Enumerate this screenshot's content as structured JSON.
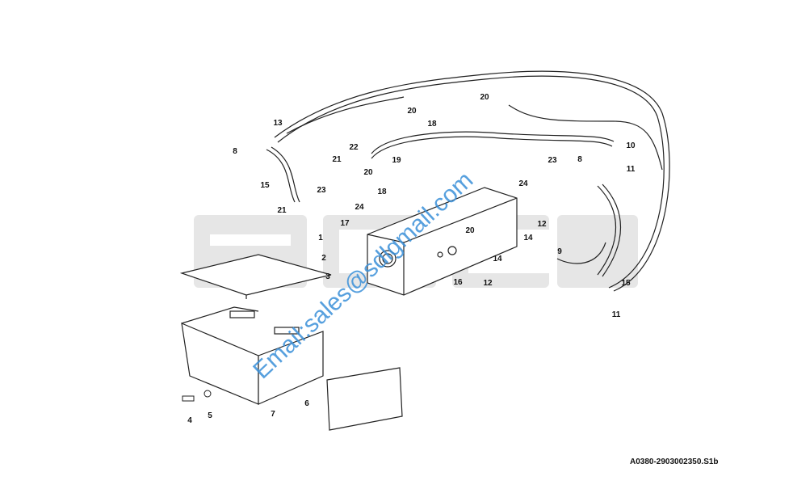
{
  "drawing_code": "A0380-2903002350.S1b",
  "watermark": {
    "logo_text": "SDLG",
    "email_text": "Email:sales@sdlgmail.com",
    "logo_color": "#e6e6e6",
    "email_color": "#3a8fd8"
  },
  "callouts": [
    "13",
    "8",
    "15",
    "21",
    "23",
    "22",
    "21",
    "20",
    "19",
    "18",
    "20",
    "20",
    "18",
    "24",
    "17",
    "1",
    "2",
    "3",
    "20",
    "24",
    "23",
    "8",
    "10",
    "11",
    "12",
    "14",
    "9",
    "14",
    "16",
    "12",
    "15",
    "11",
    "6",
    "7",
    "4",
    "5"
  ]
}
